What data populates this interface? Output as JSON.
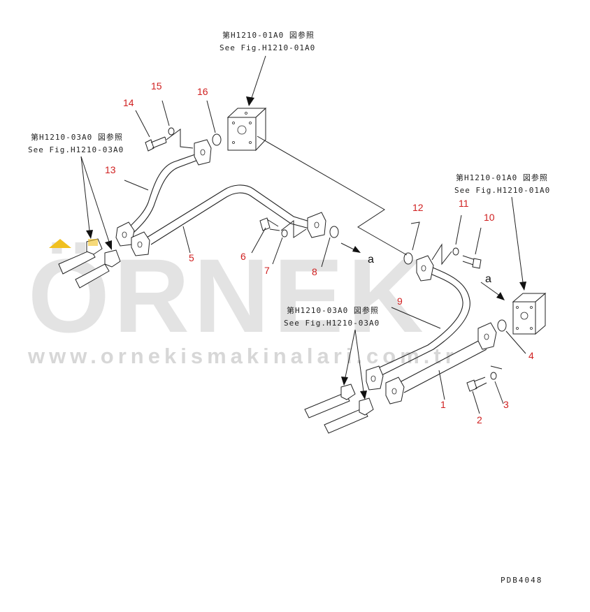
{
  "references": {
    "top_center": {
      "jp": "第H1210-01A0 図参照",
      "en": "See Fig.H1210-01A0"
    },
    "left": {
      "jp": "第H1210-03A0 図参照",
      "en": "See Fig.H1210-03A0"
    },
    "right": {
      "jp": "第H1210-01A0 図参照",
      "en": "See Fig.H1210-01A0"
    },
    "center_bottom": {
      "jp": "第H1210-03A0 図参照",
      "en": "See Fig.H1210-03A0"
    }
  },
  "part_numbers": {
    "p1": "1",
    "p2": "2",
    "p3": "3",
    "p4": "4",
    "p5": "5",
    "p6": "6",
    "p7": "7",
    "p8": "8",
    "p9": "9",
    "p10": "10",
    "p11": "11",
    "p12": "12",
    "p13": "13",
    "p14": "14",
    "p15": "15",
    "p16": "16"
  },
  "connection_labels": {
    "a_left": "a",
    "a_right": "a"
  },
  "watermark": {
    "brand": "ÖRNEK",
    "url": "www.ornekismakinalari.com.tr"
  },
  "drawing_code": "PDB4048",
  "colors": {
    "part_number": "#d02020",
    "watermark": "#e3e3e3",
    "accent": "#f0c020"
  }
}
